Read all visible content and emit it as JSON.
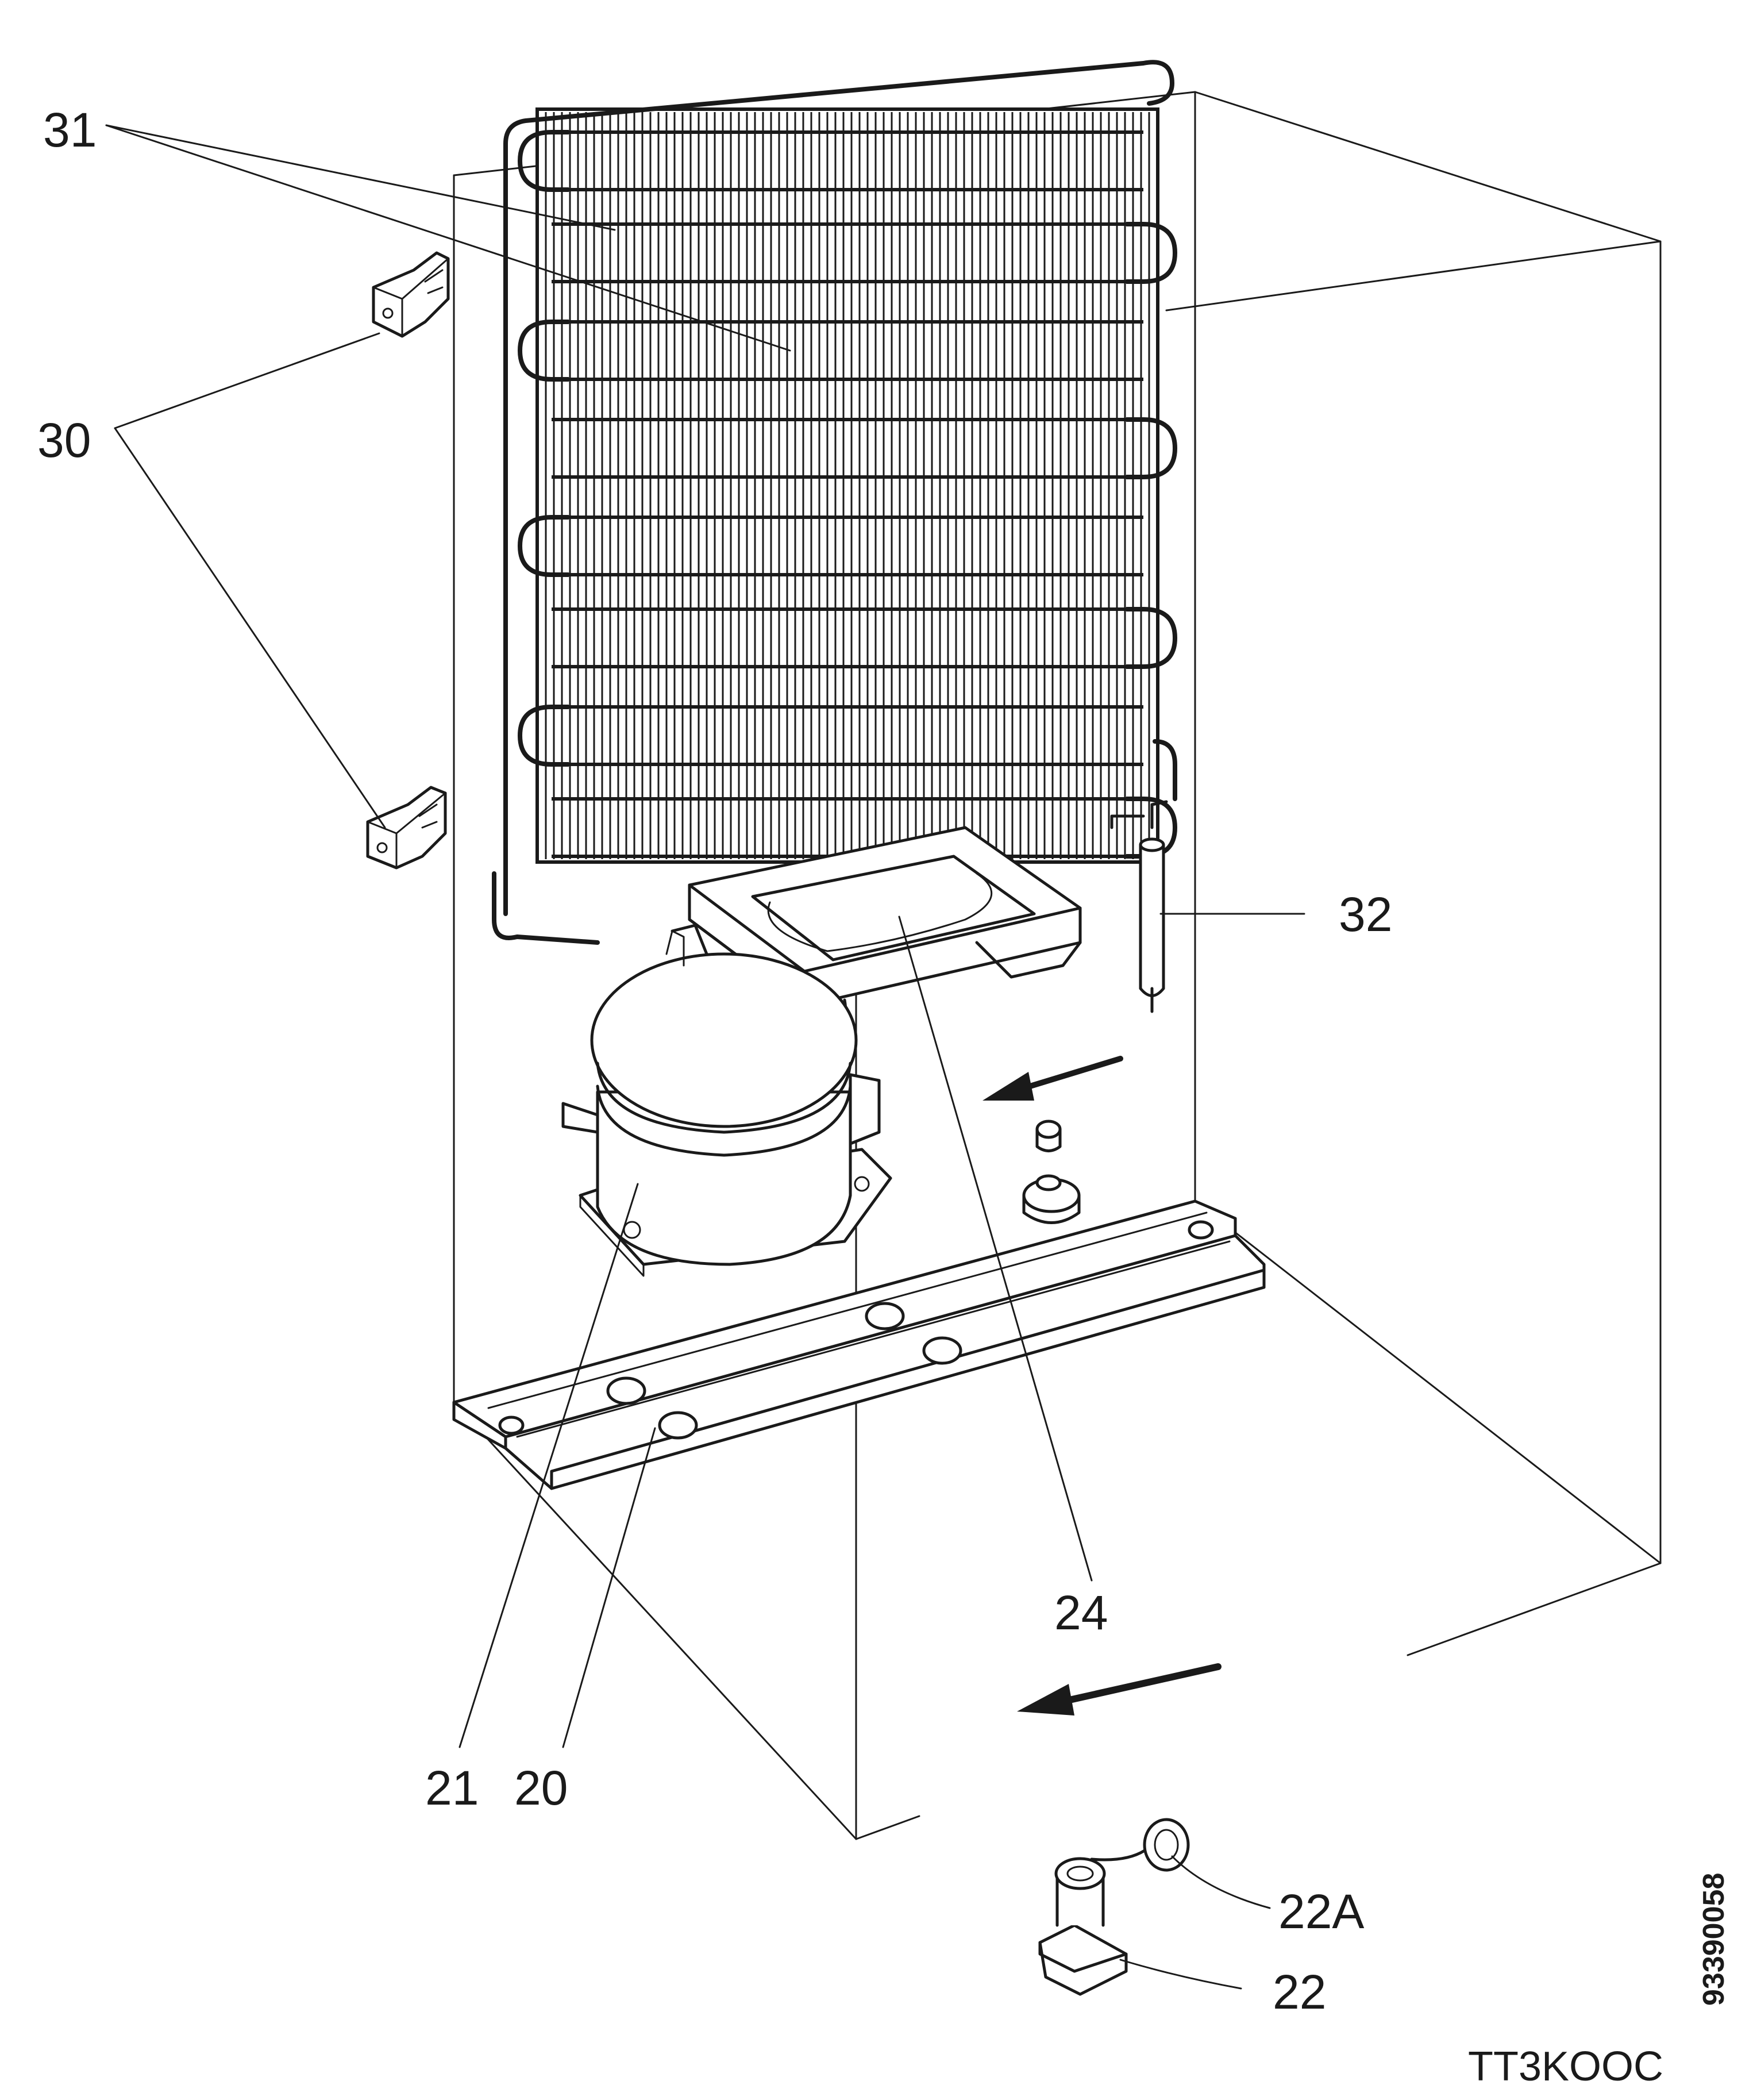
{
  "callouts": {
    "c31": "31",
    "c30": "30",
    "c32": "32",
    "c24": "24",
    "c21": "21",
    "c20": "20",
    "c22a": "22A",
    "c22": "22"
  },
  "codes": {
    "drawing_number": "93390058",
    "model_code": "TT3KOOC"
  },
  "colors": {
    "line": "#1a1a1a",
    "background": "#ffffff"
  }
}
